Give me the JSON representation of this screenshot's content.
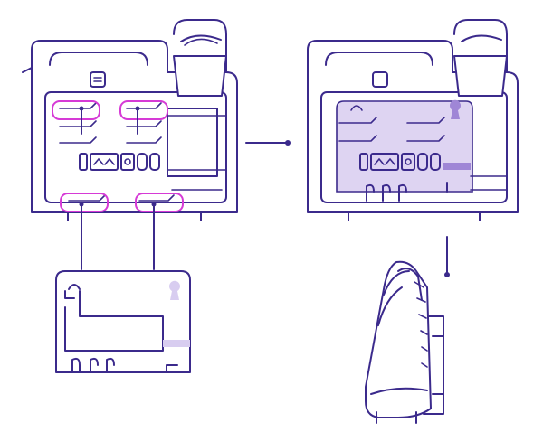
{
  "diagram": {
    "steps": [
      {
        "id": "step-1",
        "description": ""
      },
      {
        "id": "step-2",
        "description": ""
      },
      {
        "id": "step-3",
        "description": ""
      }
    ],
    "colors": {
      "outline": "#3b2a8c",
      "highlight": "#d63ad6",
      "bracket_fill": "#d8cdf0",
      "background": "#ffffff"
    },
    "icons": [
      "desk-phone-back-icon",
      "wall-mount-bracket-icon",
      "phone-side-view-icon",
      "arrow-connector-icon"
    ]
  }
}
